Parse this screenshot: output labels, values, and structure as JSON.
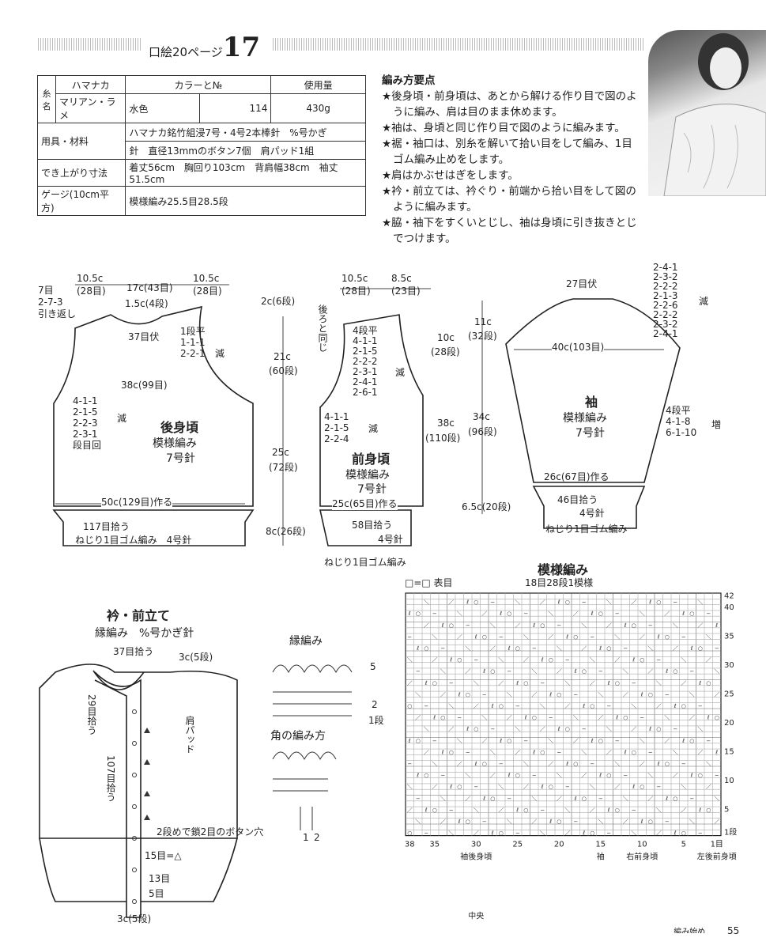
{
  "header": {
    "ref": "口絵20ページ",
    "pattern_no": "17"
  },
  "spec": {
    "thread_label": "糸名",
    "maker_head": "ハマナカ",
    "color_head": "カラーと№",
    "amount_head": "使用量",
    "thread_name": "マリアン・ラメ",
    "color": "水色",
    "color_no": "114",
    "amount": "430g",
    "tools_label": "用具・材料",
    "tools_1": "ハマナカ銘竹組浸7号・4号2本棒針　%号かぎ",
    "tools_2": "針　直径13mmのボタン7個　肩パッド1組",
    "size_label": "でき上がり寸法",
    "size": "着丈56cm　胸回り103cm　背肩幅38cm　袖丈51.5cm",
    "gauge_label": "ゲージ(10cm平方)",
    "gauge": "模様編み25.5目28.5段"
  },
  "notes": {
    "title": "編み方要点",
    "items": [
      "★後身頃・前身頃は、あとから解ける作り目で図のように編み、肩は目のまま休めます。",
      "★袖は、身頃と同じ作り目で図のように編みます。",
      "★裾・袖口は、別糸を解いて拾い目をして編み、1目ゴム編み止めをします。",
      "★肩はかぶせはぎをします。",
      "★衿・前立ては、衿ぐり・前端から拾い目をして図のように編みます。",
      "★脇・袖下をすくいとじし、袖は身頃に引き抜きとじでつけます。"
    ]
  },
  "back": {
    "d1": "10.5c",
    "d1s": "(28目)",
    "d2": "17c(43目)",
    "d3": "10.5c",
    "d3s": "(28目)",
    "neck_depth": "1.5c(4段)",
    "shoulder_l": "7目",
    "shoulder_l2": "2-7-3",
    "shoulder_l3": "引き返し",
    "neck_bind": "37目伏",
    "neck_r1": "1段平",
    "neck_r2": "1-1-1",
    "neck_r3": "2-2-1",
    "neck_dec": "減",
    "chest": "38c(99目)",
    "arm_1": "4-1-1",
    "arm_2": "2-1-5",
    "arm_3": "2-2-3",
    "arm_4": "2-3-1",
    "arm_dec": "減",
    "arm_base": "段目回",
    "title": "後身頃",
    "sub1": "模様編み",
    "sub2": "7号針",
    "cast": "50c(129目)作る",
    "rib_pick": "117目拾う",
    "rib_desc": "ねじり1目ゴム編み　4号針"
  },
  "front": {
    "d1": "10.5c",
    "d1s": "(28目)",
    "d2": "8.5c",
    "d2s": "(23目)",
    "same_as": "後ろと同じ",
    "neck_1": "4段平",
    "neck_2": "4-1-1",
    "neck_3": "2-1-5",
    "neck_4": "2-2-2",
    "neck_5": "2-3-1",
    "neck_6": "2-4-1",
    "neck_7": "2-6-1",
    "neck_dec": "減",
    "arm_1": "4-1-1",
    "arm_2": "2-1-5",
    "arm_3": "2-2-4",
    "arm_dec": "減",
    "title": "前身頃",
    "sub1": "模様編み",
    "sub2": "7号針",
    "cast": "25c(65目)作る",
    "rib_pick": "58目拾う",
    "rib_needle": "4号針",
    "rib_desc": "ねじり1目ゴム編み"
  },
  "vdims": {
    "a1": "2c(6段)",
    "a2": "21c",
    "a3": "(60段)",
    "a4": "25c",
    "a5": "(72段)",
    "a6": "8c(26段)",
    "b1": "10c",
    "b2": "(28段)",
    "b3": "38c",
    "b4": "(110段)",
    "c1": "11c",
    "c2": "(32段)",
    "c3": "34c",
    "c4": "(96段)",
    "c5": "6.5c(20段)"
  },
  "sleeve": {
    "top": "27目伏",
    "cap_1": "2-4-1",
    "cap_2": "2-3-2",
    "cap_3": "2-2-2",
    "cap_4": "2-1-3",
    "cap_5": "2-2-6",
    "cap_6": "2-2-2",
    "cap_7": "2-3-2",
    "cap_8": "2-4-1",
    "cap_dec": "減",
    "width": "40c(103目)",
    "title": "袖",
    "sub1": "模様編み",
    "sub2": "7号針",
    "inc_1": "4段平",
    "inc_2": "4-1-8",
    "inc_3": "6-1-10",
    "inc": "増",
    "cast": "26c(67目)作る",
    "cuff_pick": "46目拾う",
    "cuff_needle": "4号針",
    "cuff_desc": "ねじり1目ゴム編み"
  },
  "collar": {
    "title": "衿・前立て",
    "sub": "縁編み　%号かぎ針",
    "pick_top": "37目拾う",
    "pick_side": "29目拾う",
    "pick_front": "107目拾う",
    "rows_top": "3c(5段)",
    "pad": "肩パッド",
    "buttonhole": "2段めで鎖2目のボタン穴",
    "bh_2": "ボタン穴",
    "m15": "15目=△",
    "m13": "13目",
    "m5": "5目",
    "rows_bottom": "3c(5段)"
  },
  "edging": {
    "title": "縁編み",
    "r5": "5",
    "r2": "2",
    "r1": "1段",
    "corner": "角の編み方",
    "c1": "1",
    "c2": "2"
  },
  "chart_data": {
    "type": "table",
    "title": "模様編み",
    "legend": "□=□ 表目",
    "repeat": "18目28段1模様",
    "cols": 38,
    "rows": 42,
    "row_labels": [
      "42",
      "40",
      "35",
      "30",
      "25",
      "20",
      "15",
      "10",
      "5",
      "1段"
    ],
    "col_labels": [
      "38",
      "35",
      "30",
      "25",
      "20",
      "15",
      "10",
      "5",
      "1目"
    ],
    "markers": [
      "袖後身頃",
      "中央",
      "袖",
      "右前身頃",
      "左後前身頃",
      "編み始め"
    ]
  },
  "page_no": "55"
}
